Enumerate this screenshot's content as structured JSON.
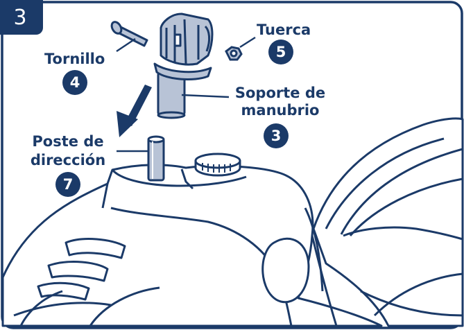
{
  "step_number": "3",
  "labels": {
    "tornillo": {
      "text": "Tornillo",
      "number": "4"
    },
    "tuerca": {
      "text": "Tuerca",
      "number": "5"
    },
    "soporte": {
      "line1": "Soporte de",
      "line2": "manubrio",
      "number": "3"
    },
    "poste": {
      "line1": "Poste de",
      "line2": "dirección",
      "number": "7"
    }
  },
  "colors": {
    "ink": "#1b3a68",
    "outline": "#1b3a68",
    "fill": "#ffffff",
    "shade": "#b8c3d6"
  }
}
